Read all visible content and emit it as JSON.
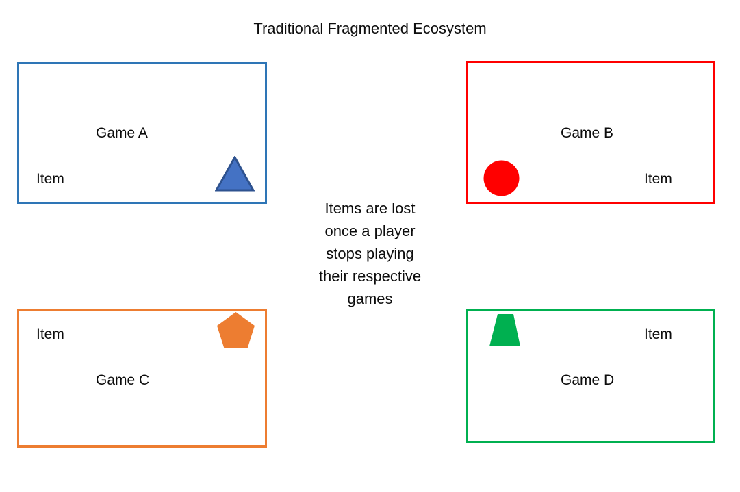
{
  "title": "Traditional Fragmented Ecosystem",
  "colors": {
    "game_a_border": "#2e75b6",
    "game_a_shape_fill": "#4472c4",
    "game_a_shape_stroke": "#2e528f",
    "game_b_border": "#ff0000",
    "game_b_shape_fill": "#ff0000",
    "game_c_border": "#ed7d31",
    "game_c_shape_fill": "#ed7d31",
    "game_d_border": "#00b050",
    "game_d_shape_fill": "#00b050",
    "text": "#0d0d0d",
    "background": "#ffffff"
  },
  "games": [
    {
      "name": "Game A",
      "item_label": "Item",
      "shape": "triangle",
      "border_color": "#2e75b6",
      "shape_color": "#4472c4"
    },
    {
      "name": "Game B",
      "item_label": "Item",
      "shape": "circle",
      "border_color": "#ff0000",
      "shape_color": "#ff0000"
    },
    {
      "name": "Game C",
      "item_label": "Item",
      "shape": "pentagon",
      "border_color": "#ed7d31",
      "shape_color": "#ed7d31"
    },
    {
      "name": "Game D",
      "item_label": "Item",
      "shape": "trapezoid",
      "border_color": "#00b050",
      "shape_color": "#00b050"
    }
  ],
  "center_note": {
    "full_text": "Items are lost once a player stops playing their respective games",
    "lines": [
      "Items are lost",
      "once a player",
      "stops playing",
      "their respective",
      "games"
    ]
  }
}
